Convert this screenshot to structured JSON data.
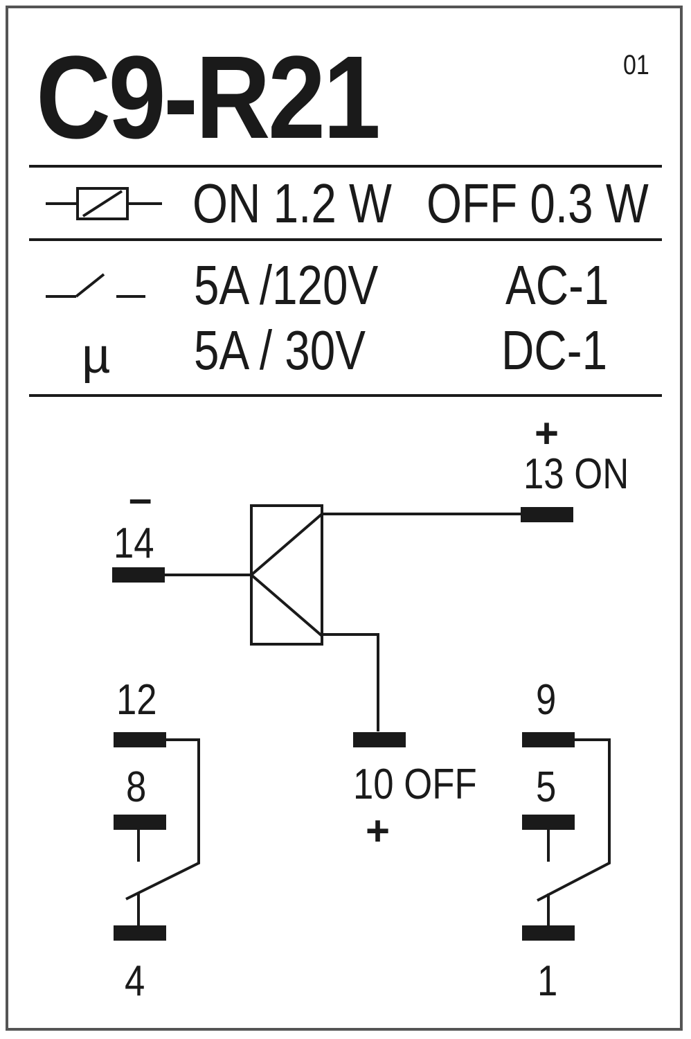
{
  "model": "C9-R21",
  "version": "01",
  "coil": {
    "icon": "coil-symbol-icon",
    "on_power": "ON 1.2 W",
    "off_power": "OFF 0.3 W"
  },
  "contact_ratings": {
    "icon": "contact-symbol-icon",
    "micro_symbol": "µ",
    "ac_rating": "5A /120V",
    "ac_category": "AC-1",
    "dc_rating": "5A / 30V",
    "dc_category": "DC-1"
  },
  "terminals": {
    "t13_polarity": "+",
    "t13_label": "13 ON",
    "t14_polarity": "–",
    "t14_label": "14",
    "t10_label": "10 OFF",
    "t10_polarity": "+",
    "t12_label": "12",
    "t8_label": "8",
    "t4_label": "4",
    "t9_label": "9",
    "t5_label": "5",
    "t1_label": "1"
  },
  "colors": {
    "ink": "#1a1a1a",
    "frame": "#555555",
    "background": "#ffffff"
  }
}
